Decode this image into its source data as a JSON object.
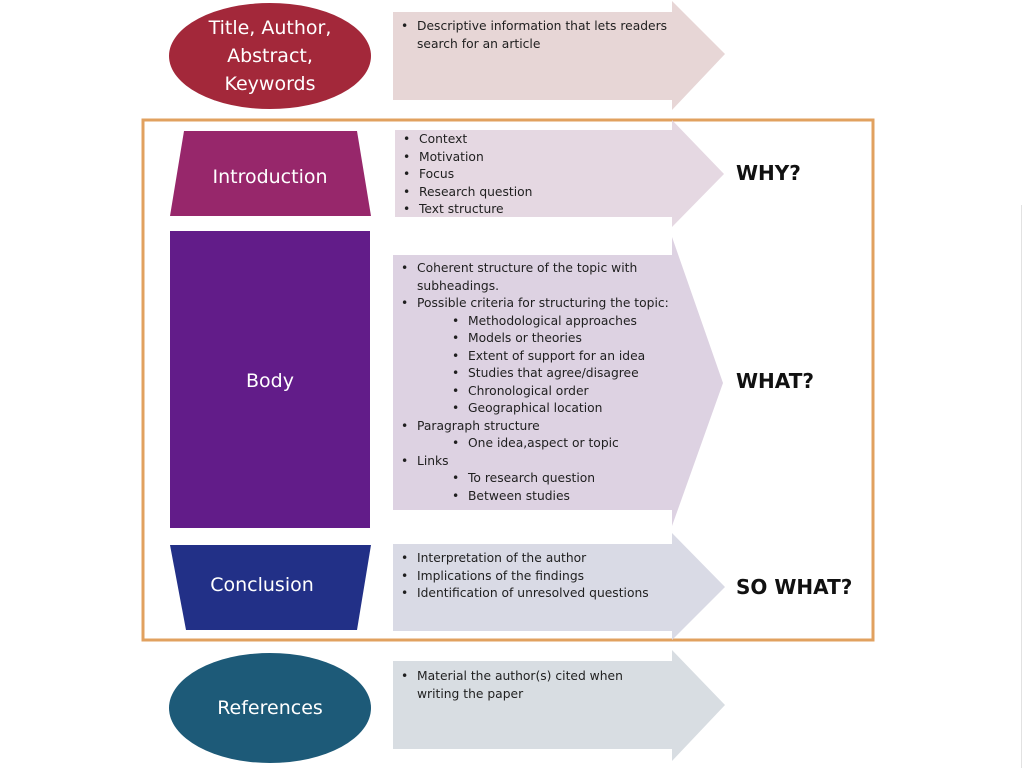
{
  "colors": {
    "title_ellipse": "#a3283a",
    "introduction": "#97276b",
    "body": "#621c89",
    "conclusion": "#223087",
    "references": "#1d5a78",
    "frame": "#e1a15f",
    "arrow_title": "#e7d6d6",
    "arrow_intro": "#e5d8e2",
    "arrow_body": "#ddd2e2",
    "arrow_conclusion": "#d9dae5",
    "arrow_references": "#d8dde2"
  },
  "sections": {
    "title": {
      "label": "Title, Author,\nAbstract,\nKeywords",
      "items": [
        {
          "text": "Descriptive information that lets readers search for an article",
          "level": 1
        }
      ]
    },
    "introduction": {
      "label": "Introduction",
      "question": "WHY?",
      "items": [
        {
          "text": "Context",
          "level": 1
        },
        {
          "text": "Motivation",
          "level": 1
        },
        {
          "text": "Focus",
          "level": 1
        },
        {
          "text": "Research question",
          "level": 1
        },
        {
          "text": "Text structure",
          "level": 1
        }
      ]
    },
    "body": {
      "label": "Body",
      "question": "WHAT?",
      "items": [
        {
          "text": "Coherent structure of the topic with subheadings.",
          "level": 1
        },
        {
          "text": "Possible criteria for structuring the topic:",
          "level": 1
        },
        {
          "text": "Methodological approaches",
          "level": 2
        },
        {
          "text": "Models or theories",
          "level": 2
        },
        {
          "text": "Extent of support for an idea",
          "level": 2
        },
        {
          "text": "Studies that agree/disagree",
          "level": 2
        },
        {
          "text": "Chronological order",
          "level": 2
        },
        {
          "text": "Geographical location",
          "level": 2
        },
        {
          "text": "Paragraph structure",
          "level": 1
        },
        {
          "text": "One idea,aspect or topic",
          "level": 2
        },
        {
          "text": "Links",
          "level": 1
        },
        {
          "text": "To research question",
          "level": 2
        },
        {
          "text": "Between studies",
          "level": 2
        }
      ]
    },
    "conclusion": {
      "label": "Conclusion",
      "question": "SO WHAT?",
      "items": [
        {
          "text": "Interpretation of the author",
          "level": 1
        },
        {
          "text": "Implications of the findings",
          "level": 1
        },
        {
          "text": "Identification of unresolved questions",
          "level": 1
        }
      ]
    },
    "references": {
      "label": "References",
      "items": [
        {
          "text": "Material the author(s) cited when writing the paper",
          "level": 1
        }
      ]
    }
  }
}
